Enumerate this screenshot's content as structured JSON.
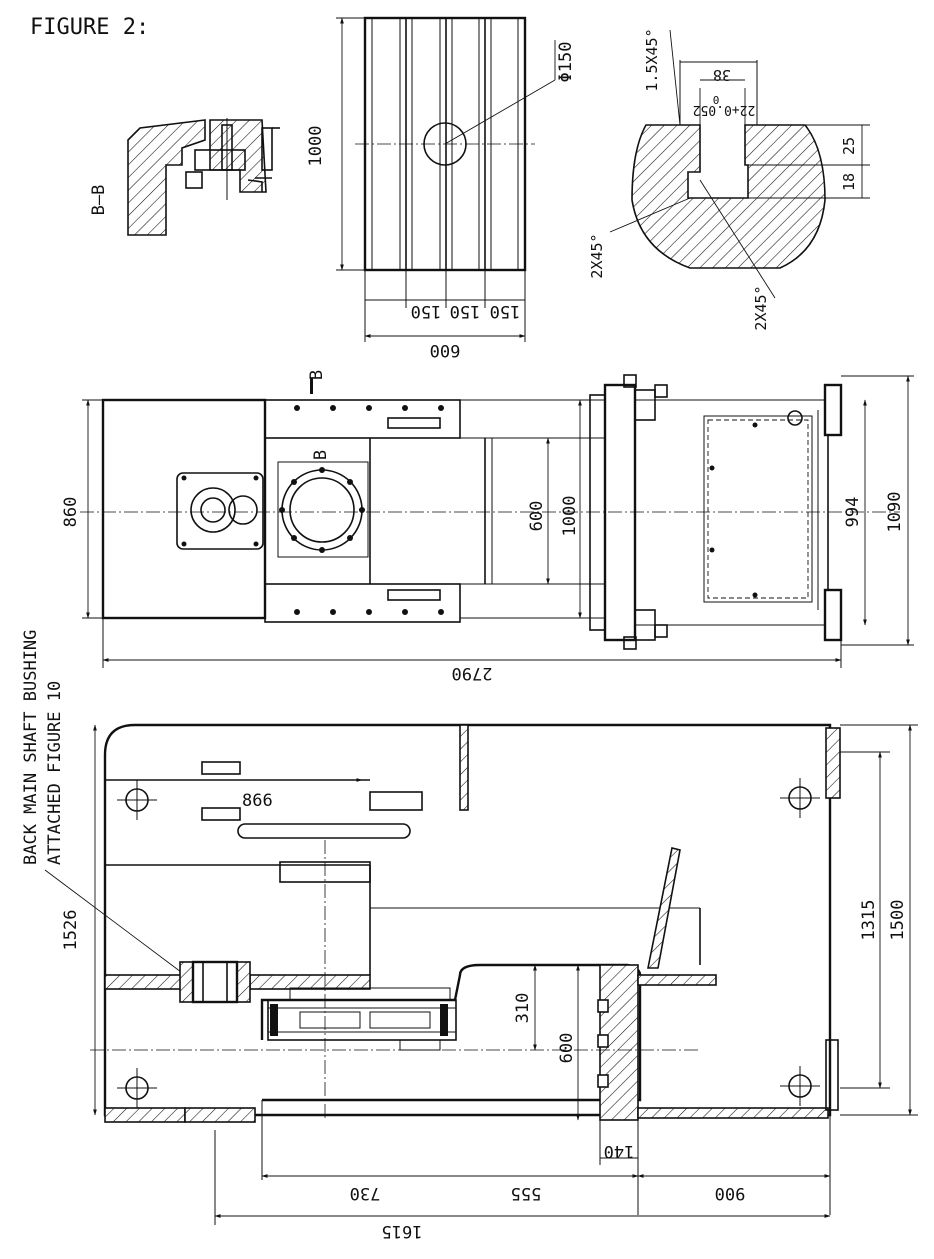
{
  "figure_title": "FIGURE 2:",
  "section_label": "B—B",
  "section_marker": "B",
  "callout": {
    "line1": "BACK MAIN SHAFT BUSHING",
    "line2": "ATTACHED FIGURE 10"
  },
  "table_top_view": {
    "dims": {
      "height": "1000",
      "diameter": "Φ150",
      "slot_pitch_1": "150",
      "slot_pitch_2": "150",
      "slot_pitch_3": "150",
      "width": "600"
    }
  },
  "t_slot_detail": {
    "dims": {
      "chamfer_top": "1.5X45°",
      "slot_top_width": "38",
      "slot_width_tol": "22+0.052",
      "slot_width_lower": "0",
      "depth_upper": "25",
      "depth_lower": "18",
      "chamfer_left": "2X45°",
      "chamfer_right": "2X45°"
    }
  },
  "plan_view": {
    "dims": {
      "overall_length": "2790",
      "height_left": "860",
      "inner_600": "600",
      "inner_1000": "1000",
      "right_994": "994",
      "right_1090": "1090"
    }
  },
  "front_view": {
    "dims": {
      "top_866": "866",
      "left_1526": "1526",
      "right_1315": "1315",
      "right_1500": "1500",
      "mid_310": "310",
      "mid_600": "600",
      "bottom_140": "140",
      "bottom_730": "730",
      "bottom_555": "555",
      "bottom_900": "900",
      "bottom_1615": "1615"
    }
  }
}
